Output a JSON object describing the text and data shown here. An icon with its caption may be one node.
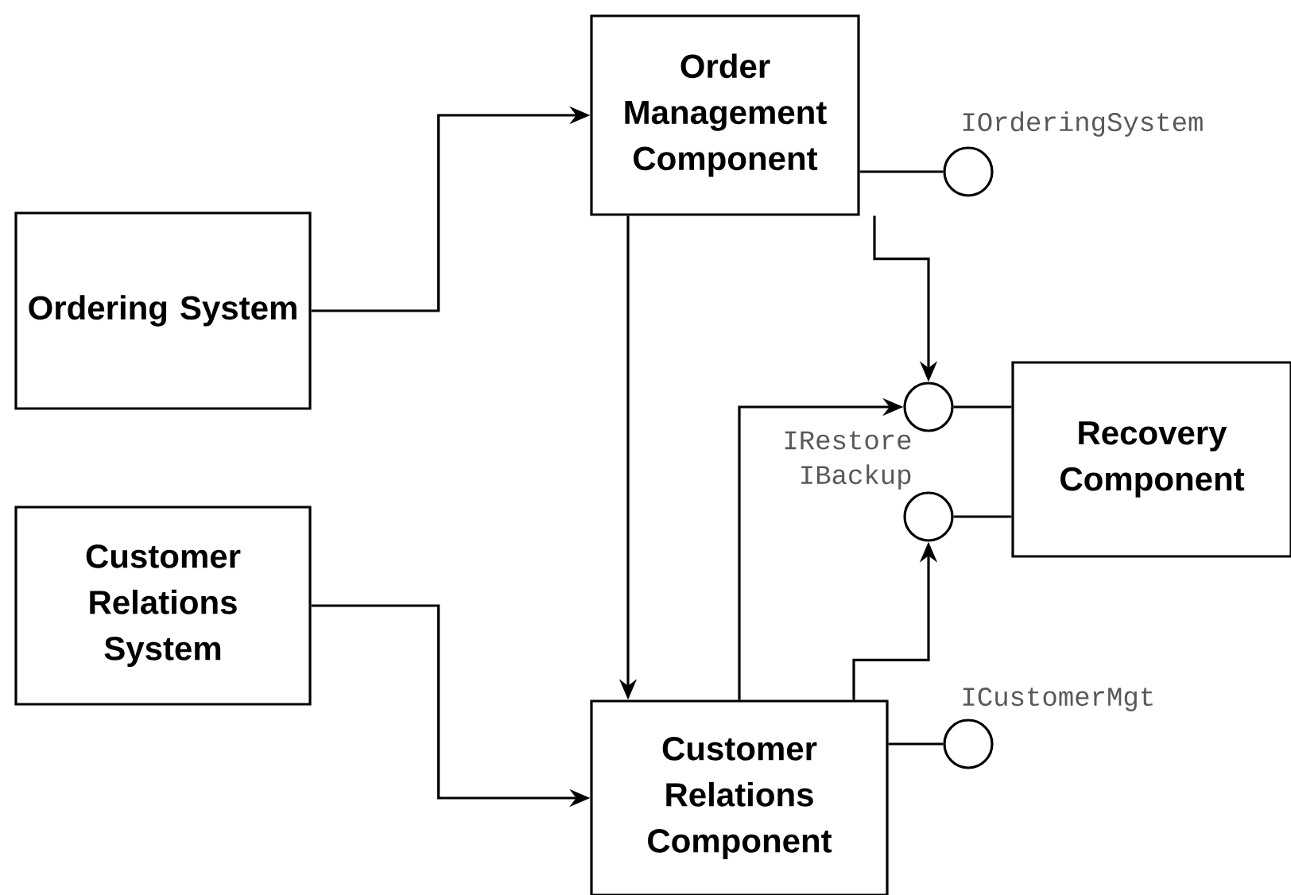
{
  "diagram": {
    "nodes": [
      {
        "text": [
          "Order Management Component"
        ]
      },
      {
        "text": [
          "Ordering System"
        ]
      },
      {
        "text": [
          "Customer Relations System"
        ]
      },
      {
        "text": [
          "Customer Relations Component"
        ]
      },
      {
        "text": [
          "Recovery Component"
        ]
      },
      {
        "text": [],
        "shape": "circle",
        "beside": [
          "IOrderingSystem"
        ]
      },
      {
        "text": [],
        "shape": "circle",
        "beside": [
          "IRestore"
        ]
      },
      {
        "text": [],
        "shape": "circle",
        "beside": [
          "IBackup"
        ]
      },
      {
        "text": [],
        "shape": "circle",
        "beside": [
          "ICustomerMgt"
        ]
      }
    ],
    "edges": [
      {
        "from": 1,
        "to": 0,
        "arrow": "to"
      },
      {
        "from": 2,
        "to": 3,
        "arrow": "to"
      },
      {
        "from": 0,
        "to": 3,
        "arrow": "to"
      },
      {
        "from": 0,
        "to": 6,
        "arrow": "to"
      },
      {
        "from": 3,
        "to": 6,
        "arrow": "to"
      },
      {
        "from": 3,
        "to": 7,
        "arrow": "to"
      },
      {
        "from": 0,
        "to": 5,
        "arrow": "none"
      },
      {
        "from": 3,
        "to": 8,
        "arrow": "none"
      },
      {
        "from": 4,
        "to": 6,
        "arrow": "none"
      },
      {
        "from": 4,
        "to": 7,
        "arrow": "none"
      }
    ]
  }
}
